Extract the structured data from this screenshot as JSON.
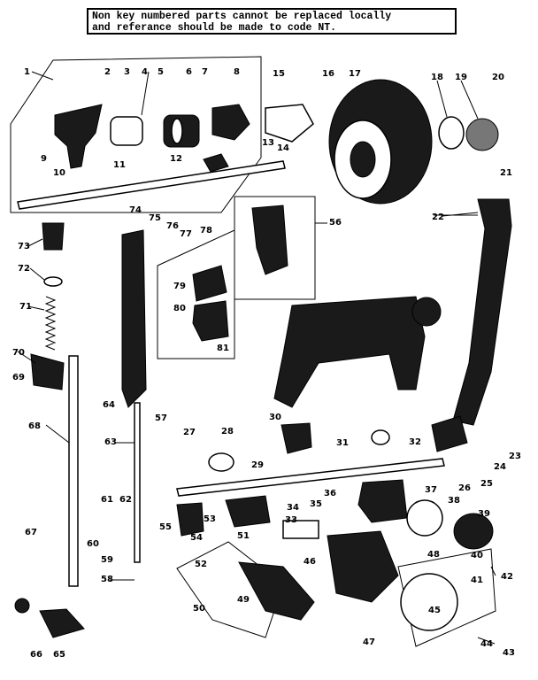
{
  "notice": {
    "line1": "Non key numbered parts cannot be replaced locally",
    "line2": "and referance should be made to code NT."
  },
  "callouts": [
    "1",
    "2",
    "3",
    "4",
    "5",
    "6",
    "7",
    "8",
    "9",
    "10",
    "11",
    "12",
    "13",
    "14",
    "15",
    "16",
    "17",
    "18",
    "19",
    "20",
    "21",
    "22",
    "23",
    "24",
    "25",
    "26",
    "27",
    "28",
    "29",
    "30",
    "31",
    "32",
    "33",
    "34",
    "35",
    "36",
    "37",
    "38",
    "39",
    "40",
    "41",
    "42",
    "43",
    "44",
    "45",
    "46",
    "47",
    "48",
    "49",
    "50",
    "51",
    "52",
    "53",
    "54",
    "55",
    "56",
    "57",
    "58",
    "59",
    "60",
    "61",
    "62",
    "63",
    "64",
    "65",
    "66",
    "67",
    "68",
    "69",
    "70",
    "71",
    "72",
    "73",
    "74",
    "75",
    "76",
    "77",
    "78",
    "79",
    "80",
    "81"
  ]
}
